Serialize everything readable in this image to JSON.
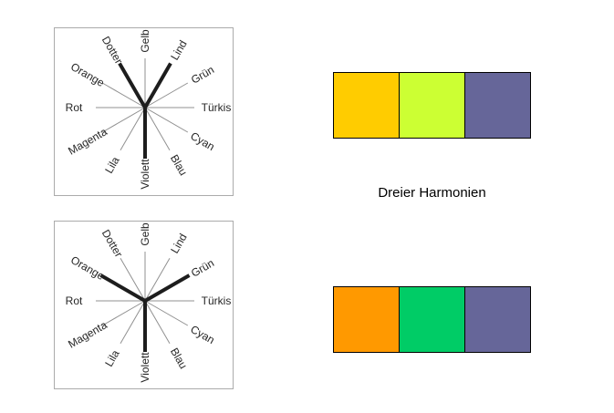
{
  "title": "Dreier Harmonien",
  "wheels": [
    {
      "labels": [
        "Gelb",
        "Lind",
        "Grün",
        "Türkis",
        "Cyan",
        "Blau",
        "Violett",
        "Lila",
        "Magenta",
        "Rot",
        "Orange",
        "Dotter"
      ],
      "thick_spokes": [
        "Dotter",
        "Lind",
        "Violett"
      ]
    },
    {
      "labels": [
        "Gelb",
        "Lind",
        "Grün",
        "Türkis",
        "Cyan",
        "Blau",
        "Violett",
        "Lila",
        "Magenta",
        "Rot",
        "Orange",
        "Dotter"
      ],
      "thick_spokes": [
        "Orange",
        "Grün",
        "Violett"
      ]
    }
  ],
  "swatch_rows": [
    {
      "colors": [
        {
          "name": "Dotter",
          "hex": "#FFCC00"
        },
        {
          "name": "Lind",
          "hex": "#CCFF33"
        },
        {
          "name": "Violett",
          "hex": "#666699"
        }
      ]
    },
    {
      "colors": [
        {
          "name": "Orange",
          "hex": "#FF9900"
        },
        {
          "name": "Grün",
          "hex": "#00CC66"
        },
        {
          "name": "Violett",
          "hex": "#666699"
        }
      ]
    }
  ]
}
